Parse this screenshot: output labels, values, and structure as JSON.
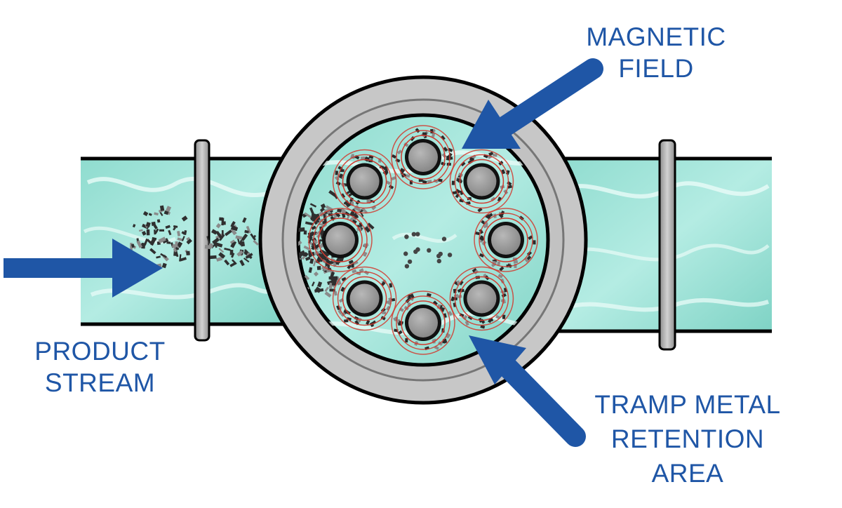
{
  "colors": {
    "label_blue": "#1f56a6",
    "arrow_blue": "#1f56a6",
    "water": "#9be3d8",
    "water_highlight": "#e8fbf7",
    "housing_gray": "#c7c7c7",
    "tube_gray": "#9d9d9d",
    "field_red": "#d23a2f",
    "outline": "#000000"
  },
  "labels": {
    "magnetic_field": [
      "MAGNETIC",
      "FIELD"
    ],
    "product_stream": [
      "PRODUCT",
      "STREAM"
    ],
    "tramp_metal": [
      "TRAMP METAL",
      "RETENTION",
      "AREA"
    ]
  },
  "diagram": {
    "magnet_tube_count": 8,
    "arrow_count": 3,
    "pipe_flange_count": 2
  }
}
